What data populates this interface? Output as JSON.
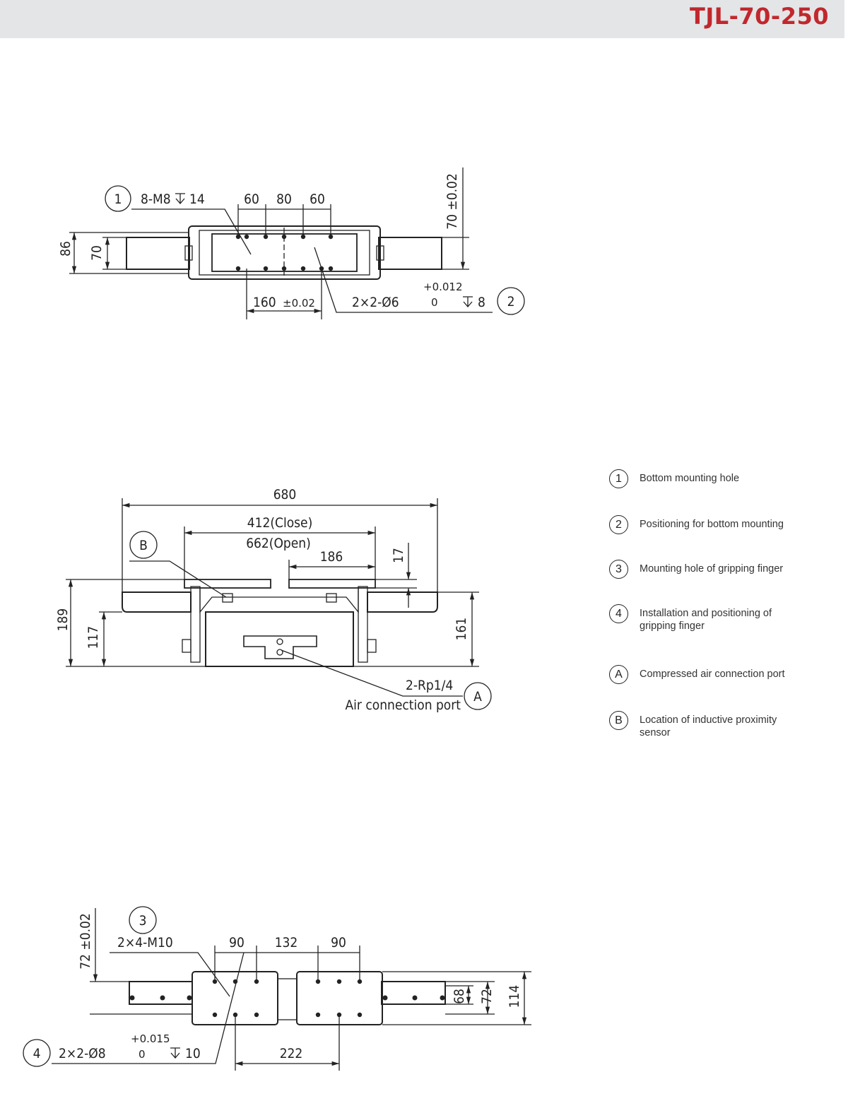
{
  "header": {
    "title": "TJL-70-250",
    "title_color": "#c0282d",
    "band_color": "#e4e5e7"
  },
  "legend": [
    {
      "mark": "1",
      "text": "Bottom mounting hole"
    },
    {
      "mark": "2",
      "text": "Positioning for bottom mounting"
    },
    {
      "mark": "3",
      "text": "Mounting hole of gripping finger"
    },
    {
      "mark": "4",
      "text": "Installation and positioning of gripping finger"
    },
    {
      "mark": "A",
      "text": "Compressed air connection port"
    },
    {
      "mark": "B",
      "text": "Location of inductive proximity sensor"
    }
  ],
  "bottom_view": {
    "callout1": {
      "mark": "1",
      "spec": "8-M8",
      "depth": "14"
    },
    "callout2": {
      "mark": "2",
      "spec": "2×2-Ø6",
      "tol_upper": "+0.012",
      "tol_lower": "0",
      "depth": "8"
    },
    "dims": {
      "d60a": "60",
      "d80": "80",
      "d60b": "60",
      "h86": "86",
      "h70": "70",
      "h70tol": "70 ±0.02",
      "w160": "160",
      "w160tol": "±0.02"
    }
  },
  "front_view": {
    "dims": {
      "w680": "680",
      "close": "412(Close)",
      "open": "662(Open)",
      "w186": "186",
      "h17": "17",
      "h189": "189",
      "h117": "117",
      "h161": "161"
    },
    "calloutA": {
      "mark": "A",
      "spec": "2-Rp1/4",
      "label": "Air connection port"
    },
    "calloutB": {
      "mark": "B"
    }
  },
  "top_view": {
    "callout3": {
      "mark": "3",
      "spec": "2×4-M10"
    },
    "callout4": {
      "mark": "4",
      "spec": "2×2-Ø8",
      "tol_upper": "+0.015",
      "tol_lower": "0",
      "depth": "10"
    },
    "dims": {
      "h72tol": "72 ±0.02",
      "d90a": "90",
      "d132": "132",
      "d90b": "90",
      "h68": "68",
      "h72": "72",
      "h114": "114",
      "w222": "222"
    }
  }
}
